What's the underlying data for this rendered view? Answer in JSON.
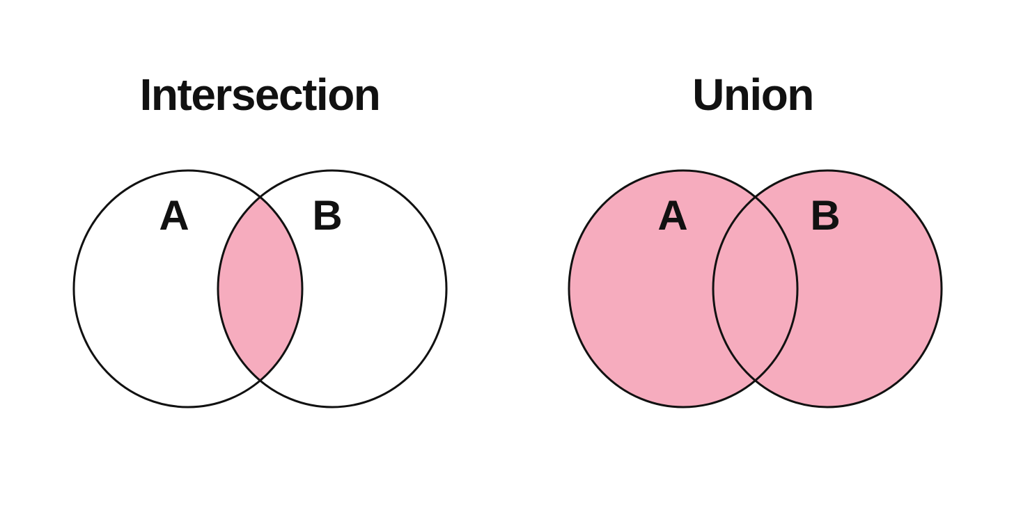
{
  "colors": {
    "background": "#ffffff",
    "highlight": "#f6acbe",
    "outline": "#111111",
    "text": "#111111"
  },
  "diagrams": {
    "intersection": {
      "title": "Intersection",
      "set_a_label": "A",
      "set_b_label": "B",
      "highlighted_region": "intersection"
    },
    "union": {
      "title": "Union",
      "set_a_label": "A",
      "set_b_label": "B",
      "highlighted_region": "union"
    }
  }
}
